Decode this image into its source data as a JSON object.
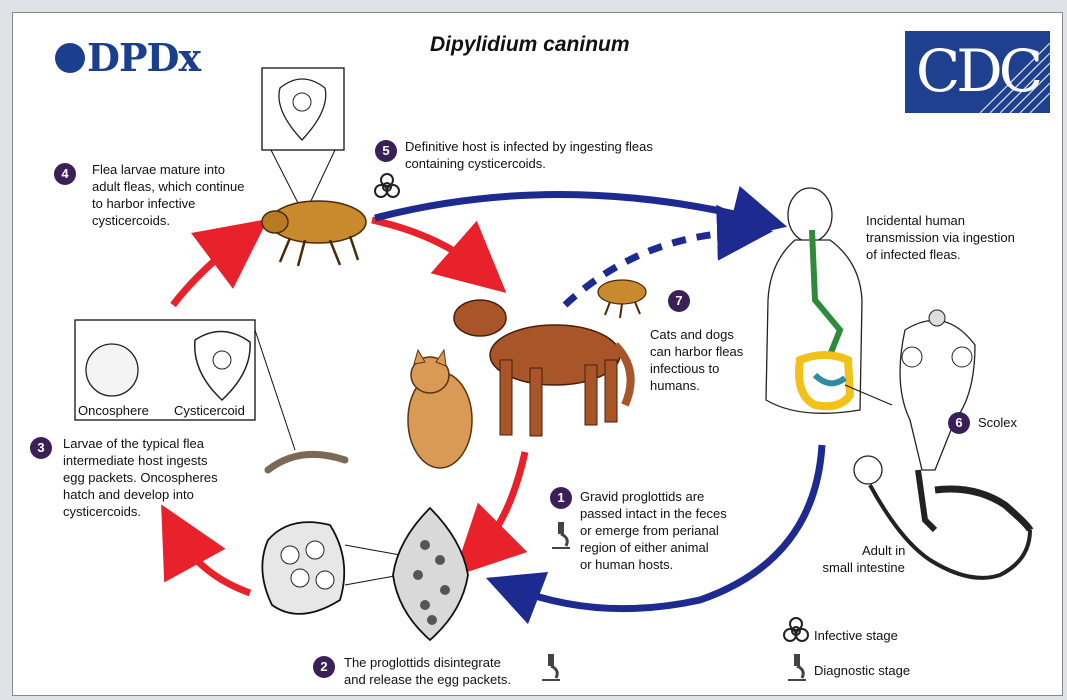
{
  "header": {
    "title": "Dipylidium caninum",
    "dpdx_logo": "DPDx",
    "cdc_logo": "CDC"
  },
  "steps": [
    {
      "number": "1",
      "lines": [
        "Gravid proglottids are",
        "passed intact in the feces",
        "or emerge from perianal",
        "region of either animal",
        "or human hosts."
      ]
    },
    {
      "number": "2",
      "lines": [
        "The proglottids disintegrate",
        "and release the egg packets."
      ]
    },
    {
      "number": "3",
      "lines": [
        "Larvae of the typical flea",
        "intermediate host ingests",
        "egg packets. Oncospheres",
        "hatch and develop into",
        "cysticercoids."
      ]
    },
    {
      "number": "4",
      "lines": [
        "Flea larvae mature into",
        "adult fleas, which continue",
        "to harbor infective",
        "cysticercoids."
      ]
    },
    {
      "number": "5",
      "lines": [
        "Definitive host is infected by ingesting fleas",
        "containing cysticercoids."
      ]
    },
    {
      "number": "6",
      "lines": [
        "Scolex"
      ]
    },
    {
      "number": "7",
      "lines": [
        "Cats and dogs",
        "can harbor fleas",
        "infectious to",
        "humans."
      ]
    }
  ],
  "labels": {
    "human_transmission": [
      "Incidental human",
      "transmission via ingestion",
      "of infected fleas."
    ],
    "oncosphere": "Oncosphere",
    "cysticercoid": "Cysticercoid",
    "adult": [
      "Adult in",
      "small intestine"
    ]
  },
  "legend": {
    "infective": "Infective stage",
    "diagnostic": "Diagnostic stage"
  },
  "colors": {
    "red_arrow": "#e8212b",
    "blue_arrow": "#1d2a8f",
    "badge": "#3b1f57",
    "logo_blue": "#1f3f8f",
    "gut_green": "#2e8b3a",
    "gut_yellow": "#f2c21b",
    "dog": "#a8552a",
    "cat": "#d99a55"
  },
  "icons": [
    "biohazard-icon",
    "microscope-icon"
  ]
}
